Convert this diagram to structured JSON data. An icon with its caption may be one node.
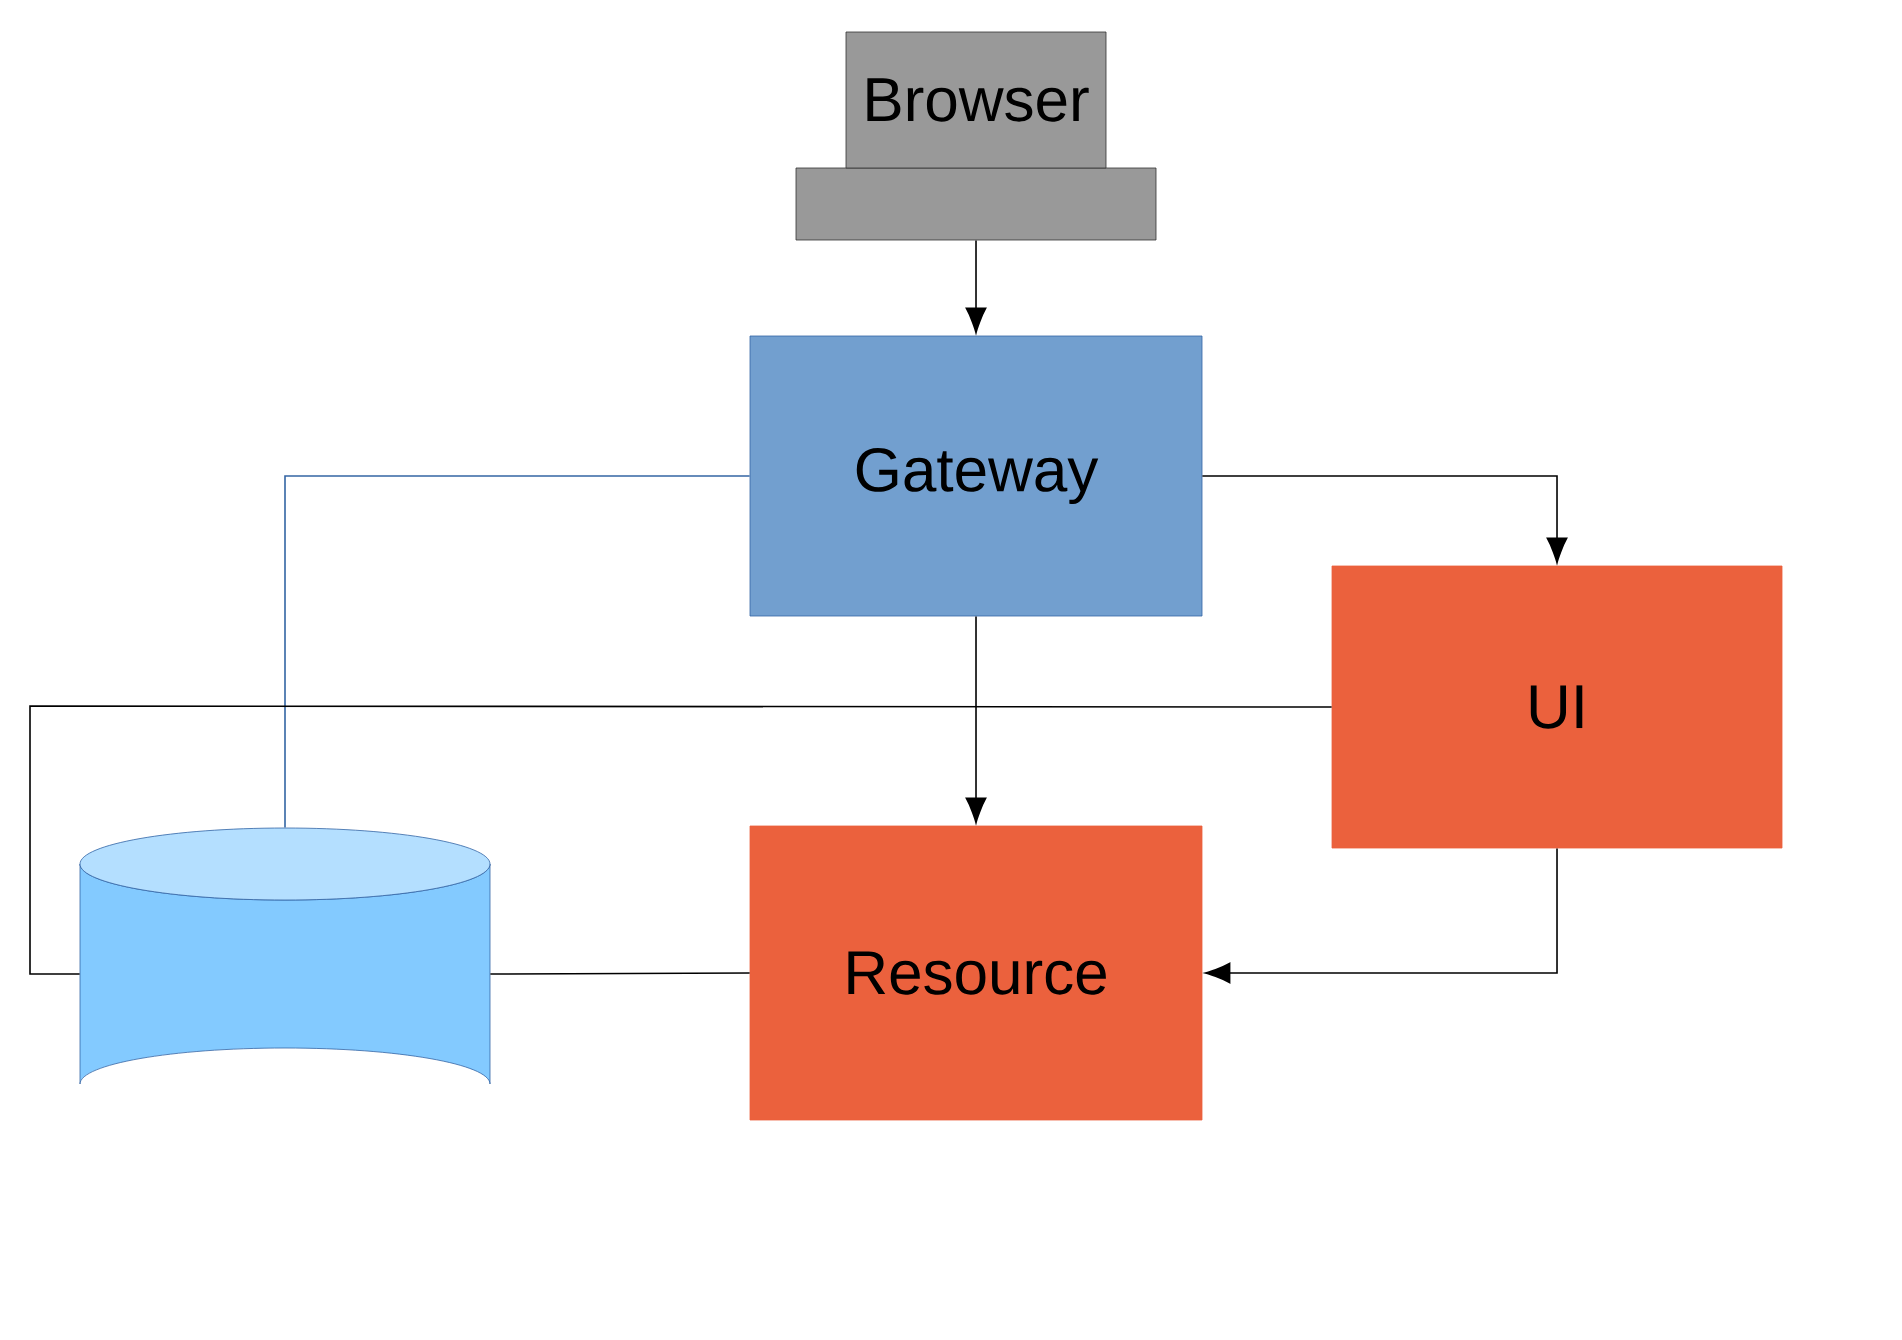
{
  "diagram": {
    "nodes": [
      {
        "text": [
          "Browser"
        ]
      },
      {
        "text": [
          "Gateway"
        ]
      },
      {
        "text": [
          "UI"
        ]
      },
      {
        "text": [],
        "shape": "cylinder"
      },
      {
        "text": [
          "Resource"
        ]
      }
    ],
    "edges": [
      {
        "from": 0,
        "to": 1,
        "arrow": "to"
      },
      {
        "from": 1,
        "to": 2,
        "arrow": "to"
      },
      {
        "from": 1,
        "to": 4,
        "arrow": "to"
      },
      {
        "from": 2,
        "to": 4,
        "arrow": "to"
      },
      {
        "from": 1,
        "to": 3,
        "arrow": "none",
        "color": "#3465a4"
      },
      {
        "from": 2,
        "to": 3,
        "arrow": "none"
      },
      {
        "from": 3,
        "to": 4,
        "arrow": "none"
      }
    ]
  }
}
